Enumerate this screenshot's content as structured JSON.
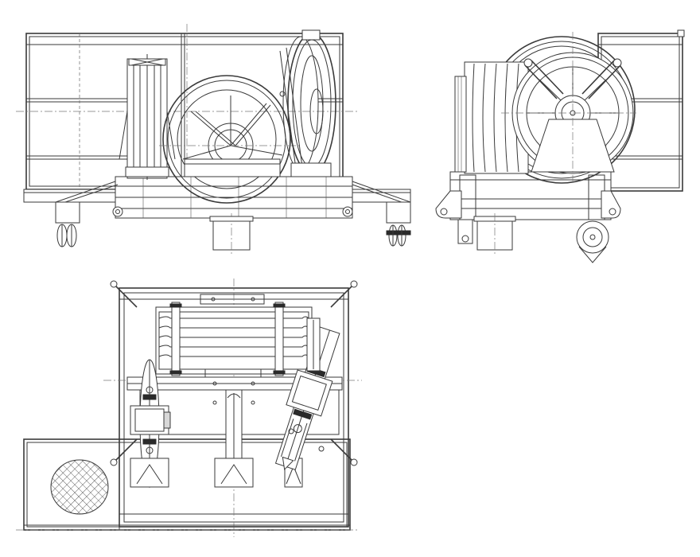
{
  "drawing": {
    "views": [
      {
        "id": "side-elevation"
      },
      {
        "id": "end-elevation"
      },
      {
        "id": "plan-view"
      }
    ],
    "line_color": "#3a3a3a",
    "background": "#ffffff"
  }
}
